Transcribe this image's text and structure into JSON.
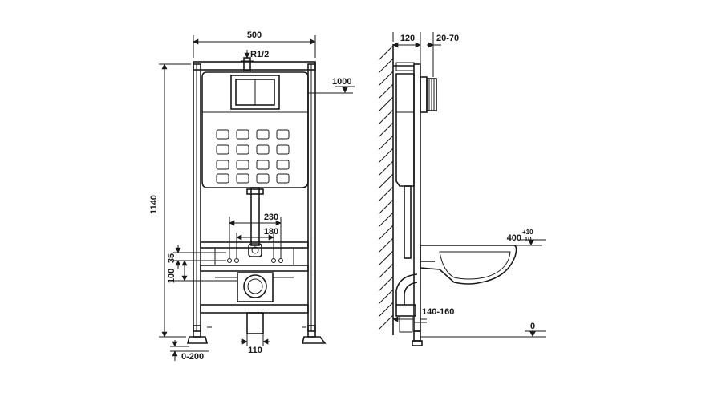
{
  "front_view": {
    "width_label": "500",
    "height_label": "1140",
    "inlet_label": "R1/2",
    "button_height_label": "1000",
    "bolt_outer_label": "230",
    "bolt_inner_label": "180",
    "offset_small_label": "35",
    "offset_large_label": "100",
    "drain_label": "110",
    "foot_adjust_label": "0-200"
  },
  "side_view": {
    "depth_label": "120",
    "cover_label": "20-70",
    "bowl_height_label": "400",
    "bowl_height_tol_plus": "+10",
    "bowl_height_tol_minus": "-10",
    "drain_offset_label": "140-160",
    "floor_label": "0"
  }
}
